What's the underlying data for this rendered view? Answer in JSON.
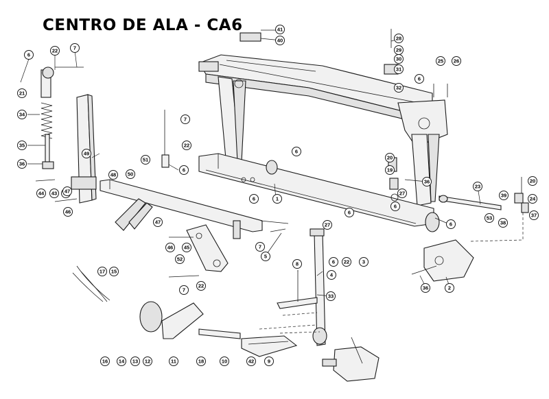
{
  "title": "CENTRO DE ALA - CA6",
  "callouts": [
    "1",
    "2",
    "3",
    "4",
    "5",
    "6",
    "7",
    "8",
    "9",
    "10",
    "11",
    "12",
    "13",
    "14",
    "15",
    "16",
    "17",
    "18",
    "19",
    "20",
    "21",
    "22",
    "23",
    "24",
    "25",
    "26",
    "27",
    "28",
    "29",
    "30",
    "31",
    "32",
    "33",
    "34",
    "35",
    "36",
    "37",
    "38",
    "39",
    "40",
    "41",
    "42",
    "43",
    "44",
    "45",
    "46",
    "47",
    "48",
    "49",
    "50",
    "51",
    "52",
    "53"
  ]
}
